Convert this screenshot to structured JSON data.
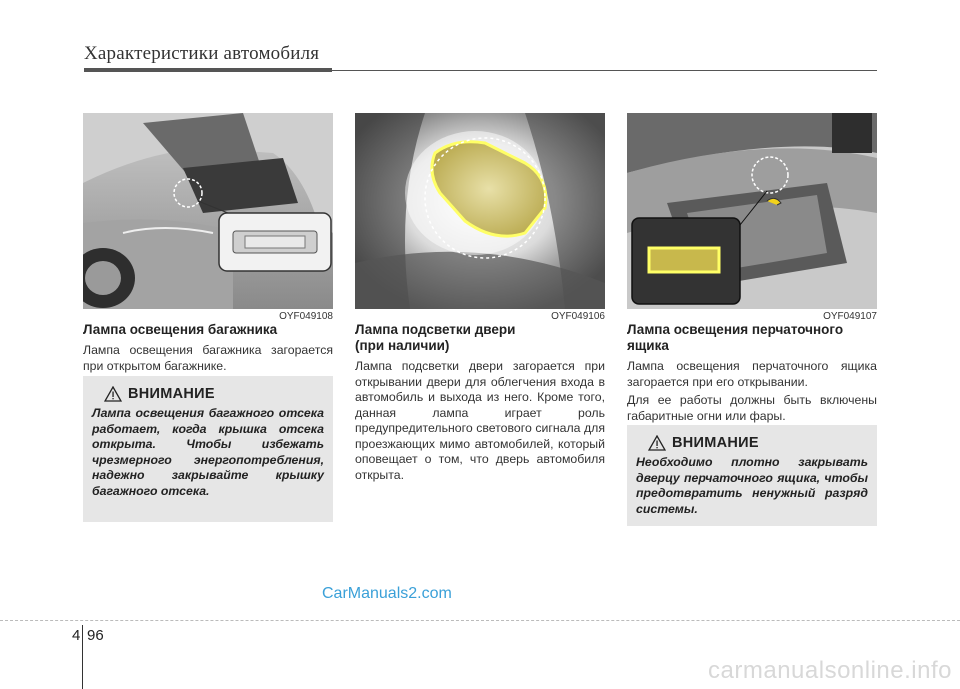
{
  "header": {
    "title": "Характеристики автомобиля"
  },
  "col1": {
    "figure_code": "OYF049108",
    "title": "Лампа освещения багажника",
    "body": "Лампа освещения багажника загорается при открытом багажнике.",
    "caution": {
      "title": "ВНИМАНИЕ",
      "text": "Лампа освещения багажного отсека работает, когда крышка отсека открыта. Чтобы избежать чрезмерного энергопотребления, надежно закрывайте крышку багажного отсека."
    }
  },
  "col2": {
    "figure_code": "OYF049106",
    "title_line1": "Лампа подсветки двери",
    "title_line2": "(при наличии)",
    "body": "Лампа подсветки двери загорается при открывании двери для облегчения входа в автомобиль и выхода из него. Кроме того, данная лампа играет роль предупредительного светового сигнала для проезжающих мимо автомобилей, который оповещает о том, что дверь автомобиля открыта."
  },
  "col3": {
    "figure_code": "OYF049107",
    "title_line1": "Лампа освещения перчаточного",
    "title_line2": "ящика",
    "body1": "Лампа освещения перчаточного ящика загорается при его открывании.",
    "body2": "Для ее работы должны быть включены габаритные огни или фары.",
    "caution": {
      "title": "ВНИМАНИЕ",
      "text": "Необходимо плотно закрывать дверцу перчаточного ящика, чтобы предотвратить ненужный разряд системы."
    }
  },
  "footer": {
    "watermark": "CarManuals2.com",
    "section": "4",
    "page": "96",
    "brand": "carmanualsonline.info"
  }
}
